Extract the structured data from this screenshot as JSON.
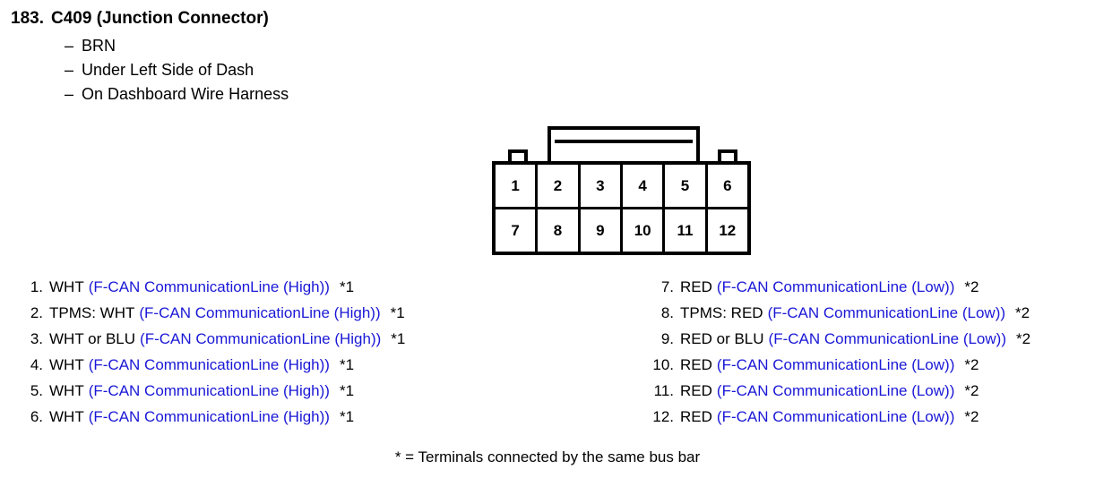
{
  "header": {
    "number": "183.",
    "title": "C409 (Junction Connector)",
    "dash_mark": "–",
    "details": [
      "BRN",
      "Under Left Side of Dash",
      "On Dashboard Wire Harness"
    ]
  },
  "connector": {
    "pin_count": 12,
    "rows": [
      [
        "1",
        "2",
        "3",
        "4",
        "5",
        "6"
      ],
      [
        "7",
        "8",
        "9",
        "10",
        "11",
        "12"
      ]
    ]
  },
  "pins_left": [
    {
      "index": "1.",
      "wire": "WHT",
      "circuit": "(F-CAN CommunicationLine (High))",
      "note": "*1"
    },
    {
      "index": "2.",
      "wire": "TPMS: WHT",
      "circuit": "(F-CAN CommunicationLine (High))",
      "note": "*1"
    },
    {
      "index": "3.",
      "wire": "WHT or BLU",
      "circuit": "(F-CAN CommunicationLine (High))",
      "note": "*1"
    },
    {
      "index": "4.",
      "wire": "WHT",
      "circuit": "(F-CAN CommunicationLine (High))",
      "note": "*1"
    },
    {
      "index": "5.",
      "wire": "WHT",
      "circuit": "(F-CAN CommunicationLine (High))",
      "note": "*1"
    },
    {
      "index": "6.",
      "wire": "WHT",
      "circuit": "(F-CAN CommunicationLine (High))",
      "note": "*1"
    }
  ],
  "pins_right": [
    {
      "index": "7.",
      "wire": "RED",
      "circuit": "(F-CAN CommunicationLine (Low))",
      "note": "*2"
    },
    {
      "index": "8.",
      "wire": "TPMS: RED",
      "circuit": "(F-CAN CommunicationLine (Low))",
      "note": "*2"
    },
    {
      "index": "9.",
      "wire": "RED or BLU",
      "circuit": "(F-CAN CommunicationLine (Low))",
      "note": "*2"
    },
    {
      "index": "10.",
      "wire": "RED",
      "circuit": "(F-CAN CommunicationLine (Low))",
      "note": "*2"
    },
    {
      "index": "11.",
      "wire": "RED",
      "circuit": "(F-CAN CommunicationLine (Low))",
      "note": "*2"
    },
    {
      "index": "12.",
      "wire": "RED",
      "circuit": "(F-CAN CommunicationLine (Low))",
      "note": "*2"
    }
  ],
  "footnote": "* = Terminals connected by the same bus bar",
  "colors": {
    "circuit_blue": "#1a18d6",
    "text_black": "#000000",
    "background": "#ffffff"
  }
}
